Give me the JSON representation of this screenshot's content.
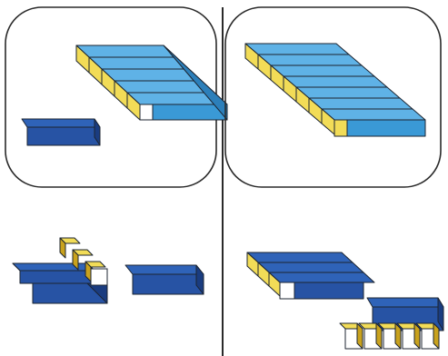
{
  "colors": {
    "background": "#ffffff",
    "frame_stroke": "#2a2a2a",
    "divider": "#2a2a2a",
    "cube_yellow": "#f2dc57",
    "cube_yellow_side": "#c9a21d",
    "cube_white": "#ffffff",
    "cube_white_side": "#e8e8e8",
    "rod_light_top": "#5fb2e6",
    "rod_light_front": "#3a99d6",
    "rod_light_side": "#2c7fba",
    "rod_dark_top": "#2f63b8",
    "rod_dark_front": "#2753a4",
    "rod_dark_side": "#1a3c80",
    "edge": "#1c2430"
  },
  "panels": [
    {
      "name": "left-frame",
      "description_count": {
        "light_rods": 5,
        "dark_rods": 1
      }
    },
    {
      "name": "right-frame",
      "description_count": {
        "light_rods": 7,
        "dark_rods": 0
      }
    }
  ],
  "bottom_groups": [
    {
      "name": "left-bottom",
      "dark_rods": 3,
      "extra_dark_rods": 1
    },
    {
      "name": "right-bottom",
      "dark_rods": 4,
      "unit_cubes": 5
    }
  ]
}
